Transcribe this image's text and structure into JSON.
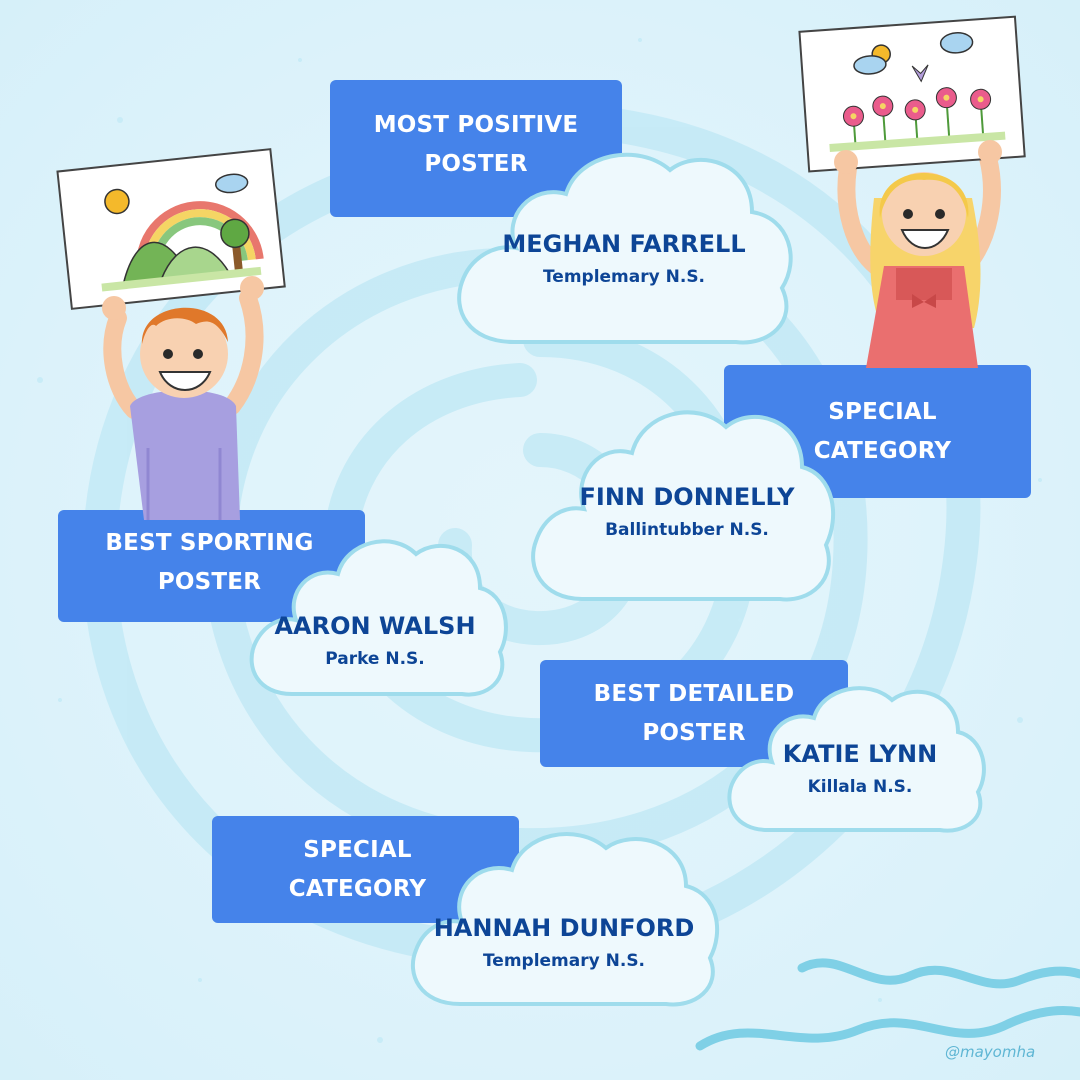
{
  "colors": {
    "background": "#def3fb",
    "category_box": "#4583ea",
    "category_text": "#ffffff",
    "cloud_fill": "#eef9fd",
    "cloud_stroke": "#9fdcec",
    "winner_text": "#0d4596",
    "wave": "#7fd0e6",
    "credit": "#5fb6d4"
  },
  "awards": [
    {
      "category": "MOST POSITIVE\nPOSTER",
      "winner": "MEGHAN FARRELL",
      "school": "Templemary N.S."
    },
    {
      "category": "SPECIAL\nCATEGORY",
      "winner": "FINN DONNELLY",
      "school": "Ballintubber N.S."
    },
    {
      "category": "BEST SPORTING\nPOSTER",
      "winner": "AARON WALSH",
      "school": "Parke N.S."
    },
    {
      "category": "BEST DETAILED\nPOSTER",
      "winner": "KATIE LYNN",
      "school": "Killala N.S."
    },
    {
      "category": "SPECIAL\nCATEGORY",
      "winner": "HANNAH DUNFORD",
      "school": "Templemary N.S."
    }
  ],
  "illustrations": {
    "left": "boy-holding-rainbow-drawing",
    "right": "girl-holding-flower-drawing"
  },
  "credit": "@mayomha"
}
